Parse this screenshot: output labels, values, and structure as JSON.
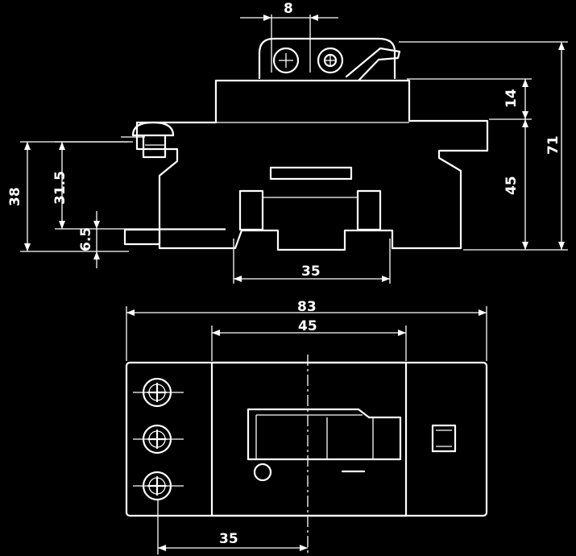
{
  "dimensions": {
    "screw_spacing": "8",
    "top_height": "14",
    "total_height": "71",
    "body_height": "45",
    "left_height": "38",
    "left_inner_height": "31.5",
    "rail_offset": "6.5",
    "rail_width_top": "35",
    "total_width": "83",
    "inner_width": "45",
    "rail_width_bottom": "35"
  }
}
